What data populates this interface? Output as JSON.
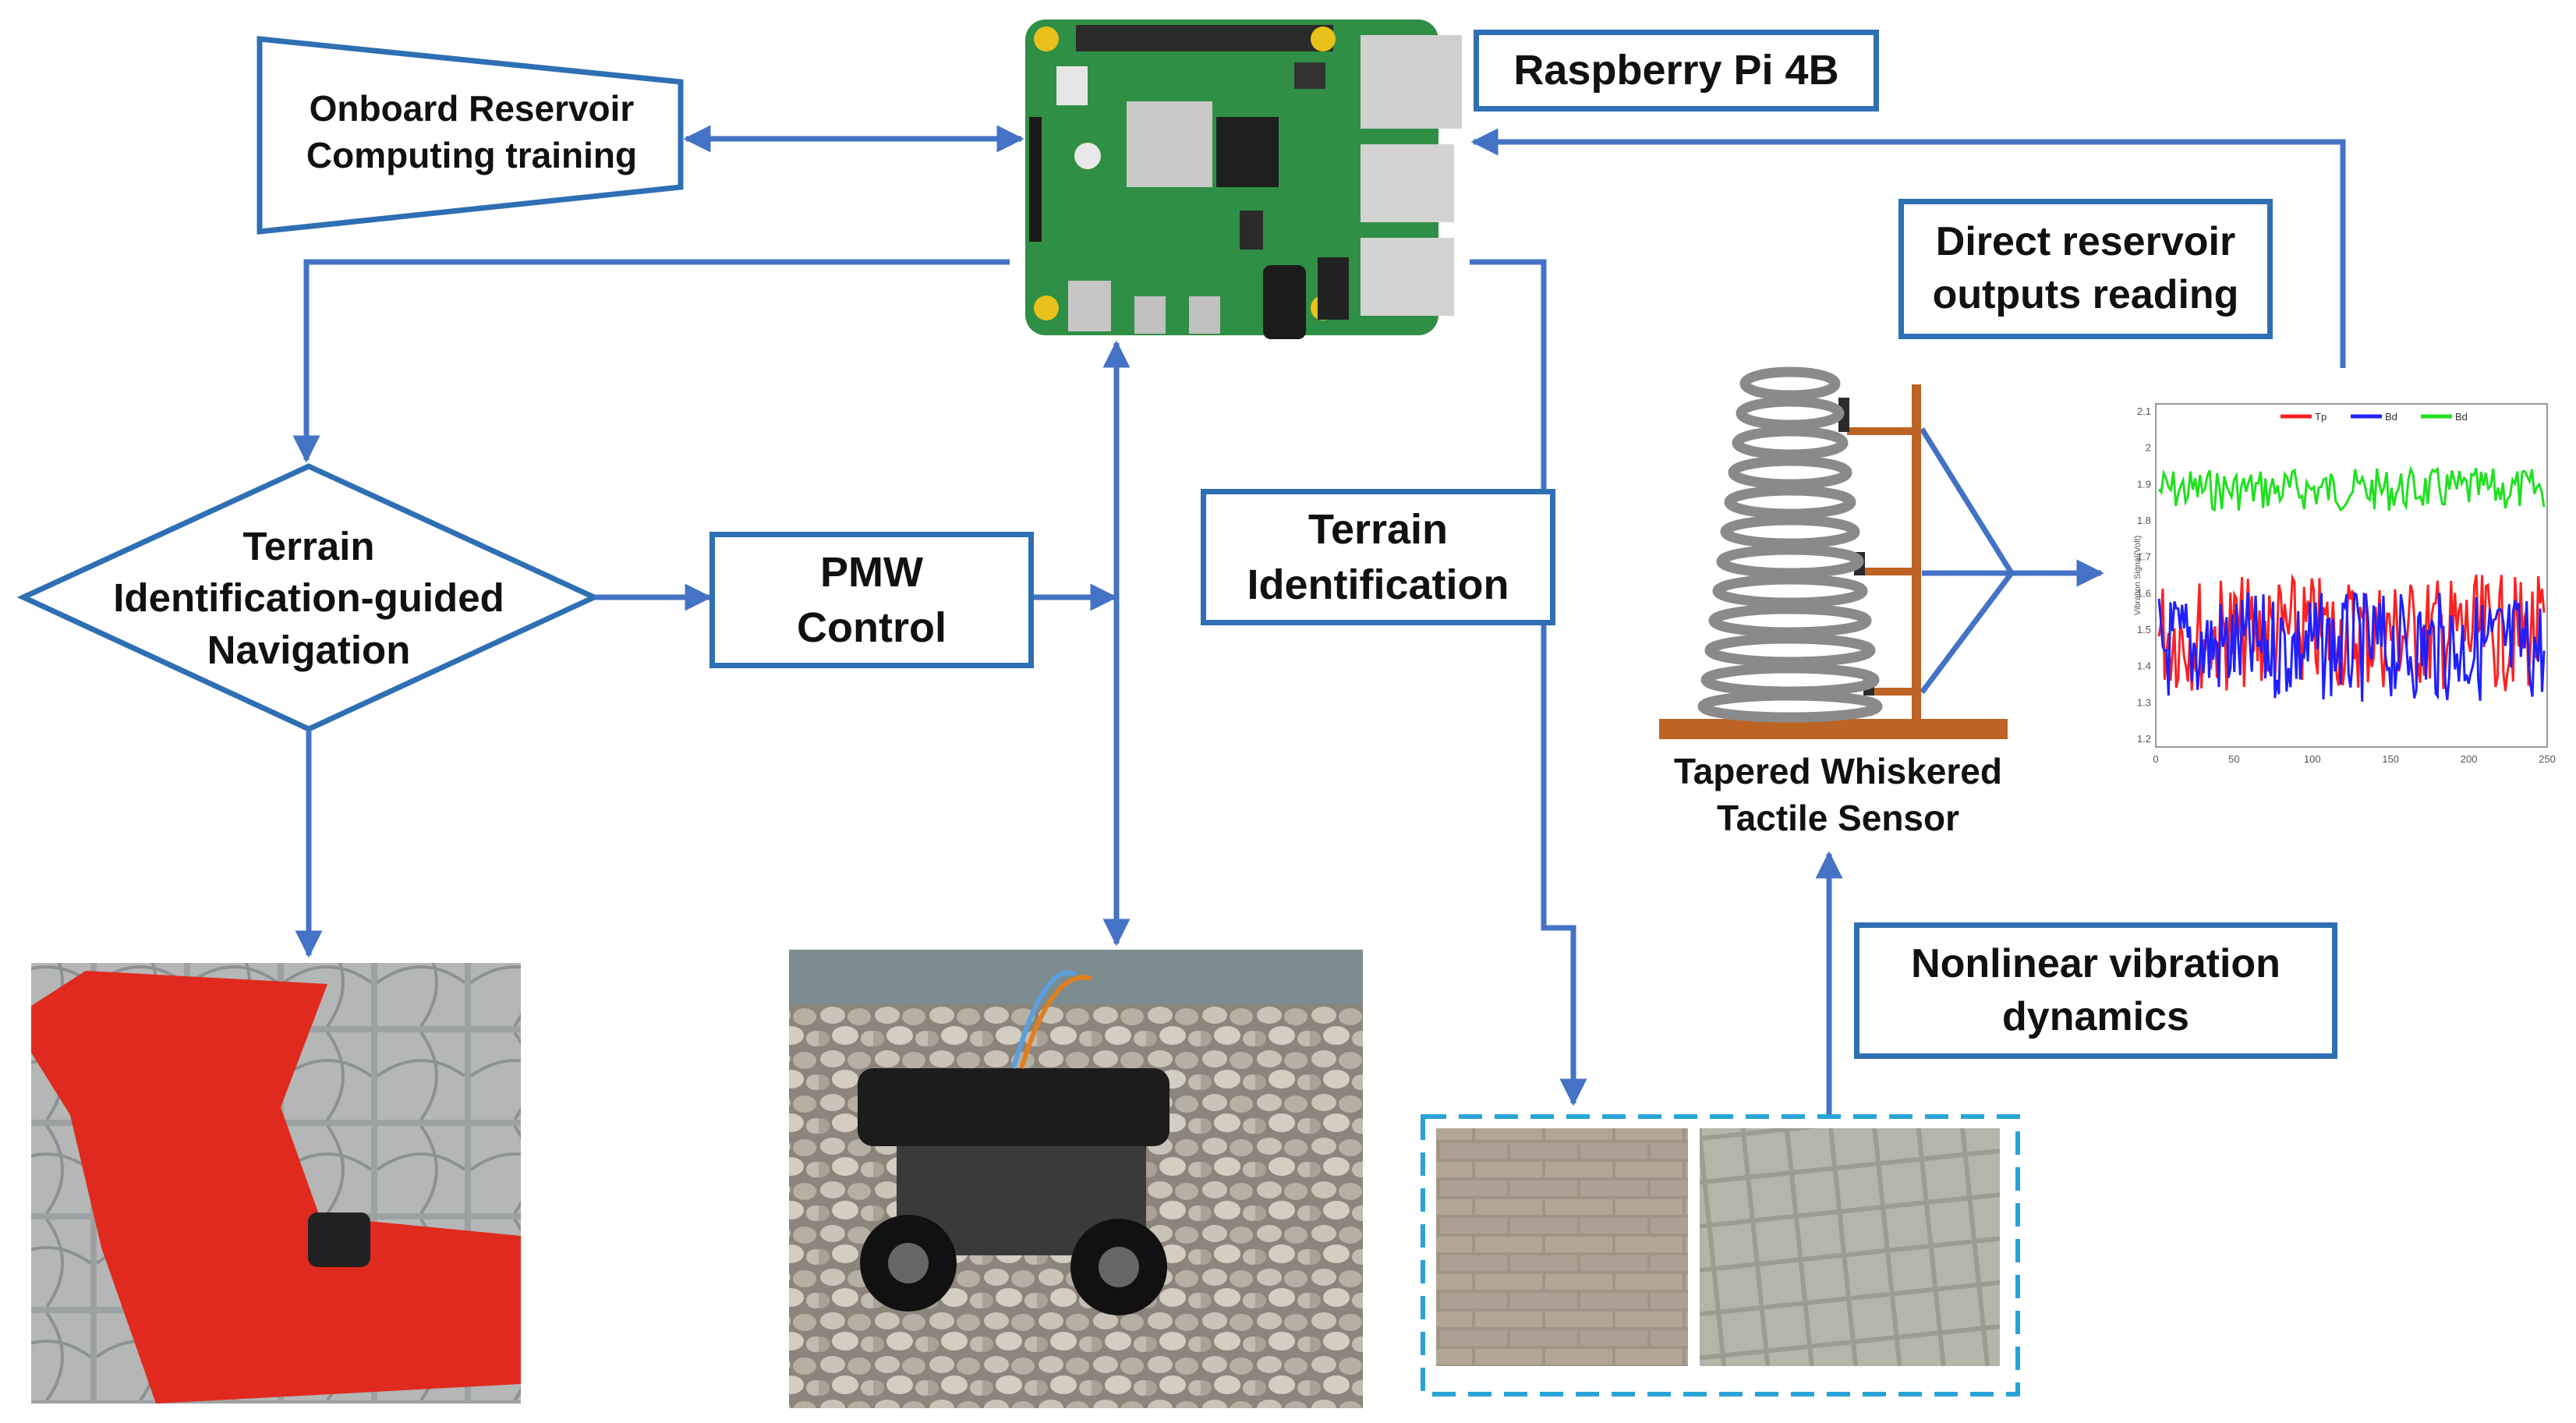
{
  "diagram": {
    "nodes": {
      "raspberry_pi": "Raspberry Pi 4B",
      "onboard_training": "Onboard Reservoir\nComputing training",
      "terrain_navigation": "Terrain\nIdentification-guided\nNavigation",
      "pmw_control": "PMW\nControl",
      "terrain_identification": "Terrain\nIdentification",
      "direct_outputs": "Direct reservoir\noutputs reading",
      "sensor": "Tapered Whiskered\nTactile Sensor",
      "vibration": "Nonlinear vibration\ndynamics"
    },
    "edges": [
      {
        "from": "onboard_training",
        "to": "raspberry_pi",
        "direction": "both"
      },
      {
        "from": "raspberry_pi",
        "to": "terrain_navigation"
      },
      {
        "from": "terrain_navigation",
        "to": "pmw_control"
      },
      {
        "from": "terrain_navigation",
        "to": "red_path_photo"
      },
      {
        "from": "raspberry_pi",
        "to": "robot_car_photo",
        "direction": "both"
      },
      {
        "from": "raspberry_pi",
        "to": "terrain_photos"
      },
      {
        "from": "terrain_photos",
        "to": "sensor"
      },
      {
        "from": "sensor",
        "to": "signal_plot"
      },
      {
        "from": "signal_plot",
        "to": "raspberry_pi"
      }
    ],
    "colors": {
      "arrow": "#4472c4",
      "box_border": "#2f6fb3",
      "dashed_border": "#29a3d6"
    }
  },
  "plot": {
    "legend": [
      "Tp",
      "Bd",
      "Bd"
    ],
    "y_ticks": [
      "2.1",
      "2",
      "1.9",
      "1.8",
      "1.7",
      "1.6",
      "1.5",
      "1.4",
      "1.3",
      "1.2"
    ],
    "x_ticks": [
      "0",
      "50",
      "100",
      "150",
      "200",
      "250"
    ],
    "ylabel": "Vibration Signal(Volt)",
    "colors": [
      "#ff2020",
      "#2020ff",
      "#20e020"
    ]
  }
}
